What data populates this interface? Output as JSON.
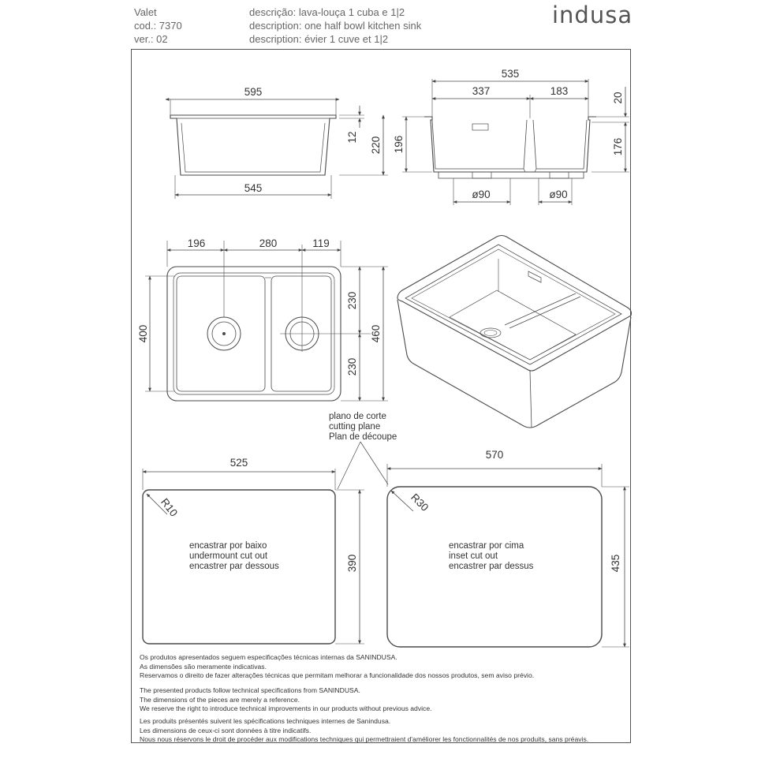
{
  "header": {
    "product": "Valet",
    "code": "cod.: 7370",
    "version": "ver.: 02",
    "desc_pt": "descrição: lava-louça 1 cuba e 1|2",
    "desc_en": "description: one half bowl kitchen sink",
    "desc_fr": "description: évier 1 cuve et 1|2",
    "brand": "indusa"
  },
  "side_view": {
    "top_width": "595",
    "bottom_width": "545",
    "rim_height": "12",
    "total_height": "220"
  },
  "front_section": {
    "total_width": "535",
    "large_bowl_width": "337",
    "small_bowl_width": "183",
    "depth": "196",
    "rim": "20",
    "inner_depth": "176",
    "drain_left": "ø90",
    "drain_right": "ø90"
  },
  "plan_view": {
    "large_bowl": "196",
    "center": "280",
    "small_bowl": "119",
    "depth": "400",
    "half_upper": "230",
    "half_lower": "230",
    "total_depth": "460"
  },
  "cutting_plane": {
    "line1": "plano de corte",
    "line2": "cutting plane",
    "line3": "Plan de découpe"
  },
  "undermount": {
    "width": "525",
    "height": "390",
    "radius": "R10",
    "line1": "encastrar por baixo",
    "line2": "undermount cut out",
    "line3": "encastrer par dessous"
  },
  "inset": {
    "width": "570",
    "height": "435",
    "radius": "R30",
    "line1": "encastrar por cima",
    "line2": "inset cut out",
    "line3": "encastrer par dessus"
  },
  "footer": {
    "pt": [
      "Os produtos apresentados seguem especificações técnicas internas da SANINDUSA.",
      "As dimensões são meramente indicativas.",
      "Reservamos o direito de fazer alterações técnicas que permitam melhorar a funcionalidade dos nossos produtos, sem aviso prévio."
    ],
    "en": [
      "The presented products follow technical specifications from SANINDUSA.",
      "The dimensions of the pieces are merely a reference.",
      "We reserve the right to introduce technical improvements in our products without previous advice."
    ],
    "fr": [
      "Les produits présentés suivent les spécifications techniques internes de Sanindusa.",
      "Les dimensions de ceux-ci sont données à titre indicatifs.",
      "Nous nous réservons le droit de procéder aux modifications techniques qui permettraient d'améliorer les fonctionnalités de nos produits, sans préavis."
    ]
  },
  "colors": {
    "line": "#4a4a4a",
    "text": "#333333",
    "frame": "#555555"
  }
}
